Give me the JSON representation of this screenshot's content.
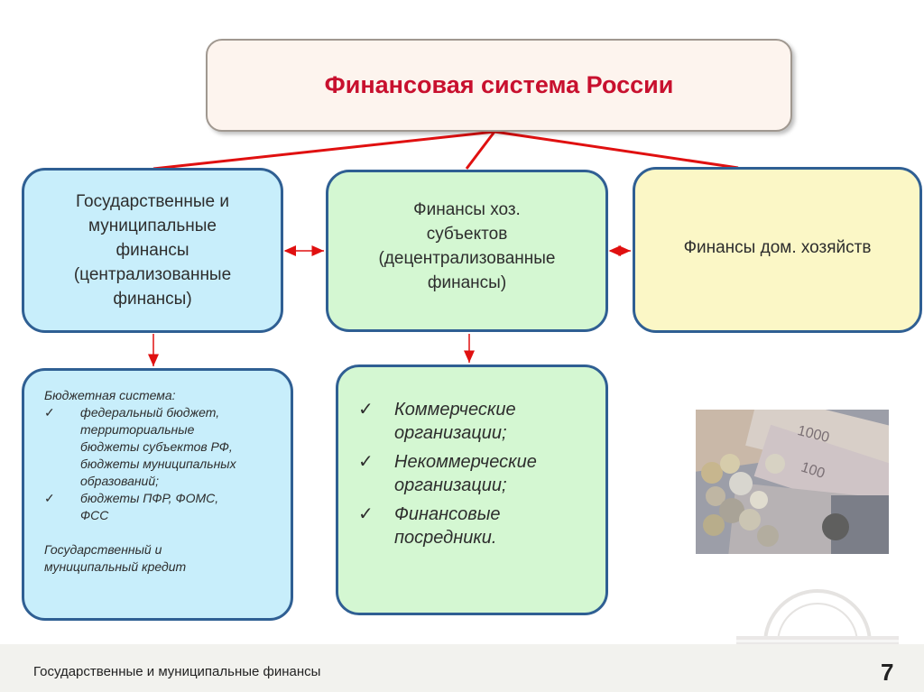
{
  "title": "Финансовая система России",
  "boxes": {
    "gov": [
      "Государственные и",
      "муниципальные",
      "финансы",
      "(централизованные",
      "финансы)"
    ],
    "biz": [
      "Финансы хоз.",
      "субъектов",
      "(децентрализованные",
      "финансы)"
    ],
    "home": "Финансы дом. хозяйств"
  },
  "budget": {
    "header": "Бюджетная система:",
    "items": [
      [
        "федеральный бюджет,",
        "территориальные",
        "бюджеты субъектов РФ,",
        "бюджеты муниципальных",
        "образований;"
      ],
      [
        "бюджеты ПФР, ФОМС,",
        "ФСС"
      ]
    ],
    "footer": [
      "Государственный и",
      "муниципальный кредит"
    ]
  },
  "orgs": [
    [
      "Коммерческие",
      "организации;"
    ],
    [
      "Некоммерческие",
      "организации;"
    ],
    [
      "Финансовые",
      "посредники."
    ]
  ],
  "check_glyph": "✓",
  "footer_text": "Государственные и муниципальные финансы",
  "page_number": "7",
  "colors": {
    "title_text": "#c8102e",
    "connector": "#e01010",
    "border": "#2f5f93",
    "gov_fill": "#c8eefb",
    "biz_fill": "#d4f7d2",
    "home_fill": "#fbf7c6"
  },
  "icons": {
    "photo": "money-photo",
    "seal": "university-seal"
  }
}
